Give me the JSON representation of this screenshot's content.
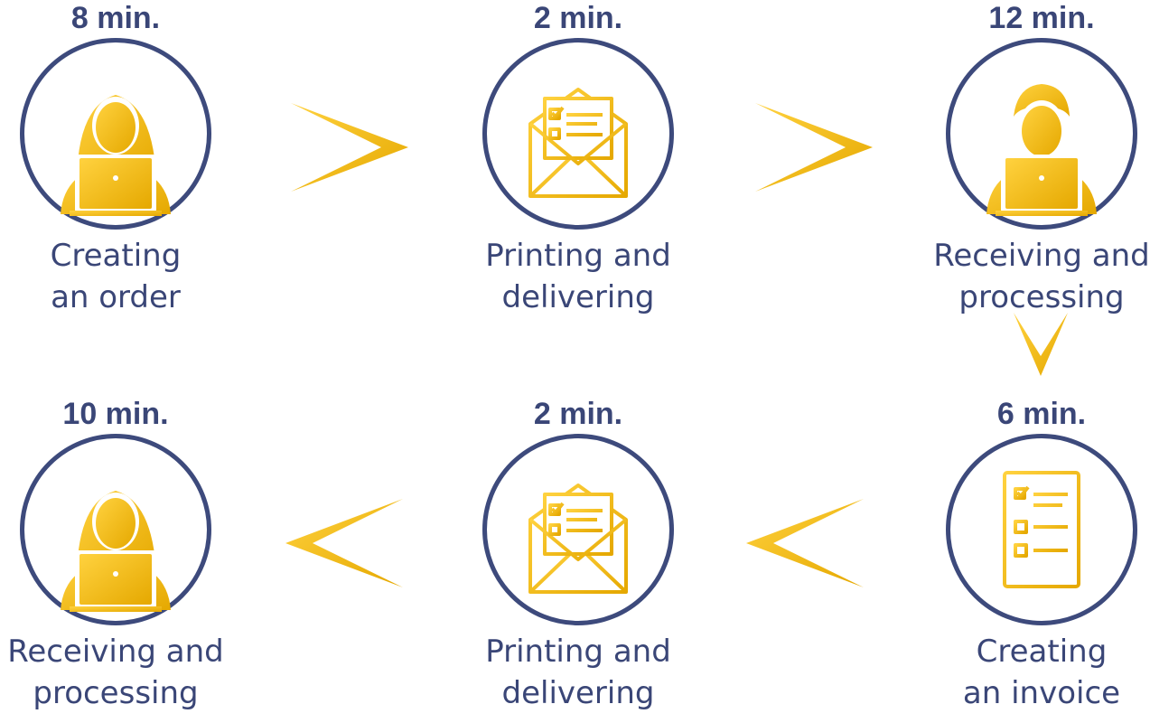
{
  "colors": {
    "accent_gold": "#F2B705",
    "navy": "#3D4A7C"
  },
  "steps": [
    {
      "time": "8 min.",
      "line1": "Creating",
      "line2": "an order",
      "icon": "woman-laptop-icon"
    },
    {
      "time": "2 min.",
      "line1": "Printing and",
      "line2": "delivering",
      "icon": "envelope-checklist-icon"
    },
    {
      "time": "12 min.",
      "line1": "Receiving and",
      "line2": "processing",
      "icon": "man-laptop-icon"
    },
    {
      "time": "6 min.",
      "line1": "Creating",
      "line2": "an invoice",
      "icon": "invoice-checklist-icon"
    },
    {
      "time": "2 min.",
      "line1": "Printing and",
      "line2": "delivering",
      "icon": "envelope-checklist-icon"
    },
    {
      "time": "10 min.",
      "line1": "Receiving and",
      "line2": "processing",
      "icon": "woman-laptop-icon"
    }
  ]
}
